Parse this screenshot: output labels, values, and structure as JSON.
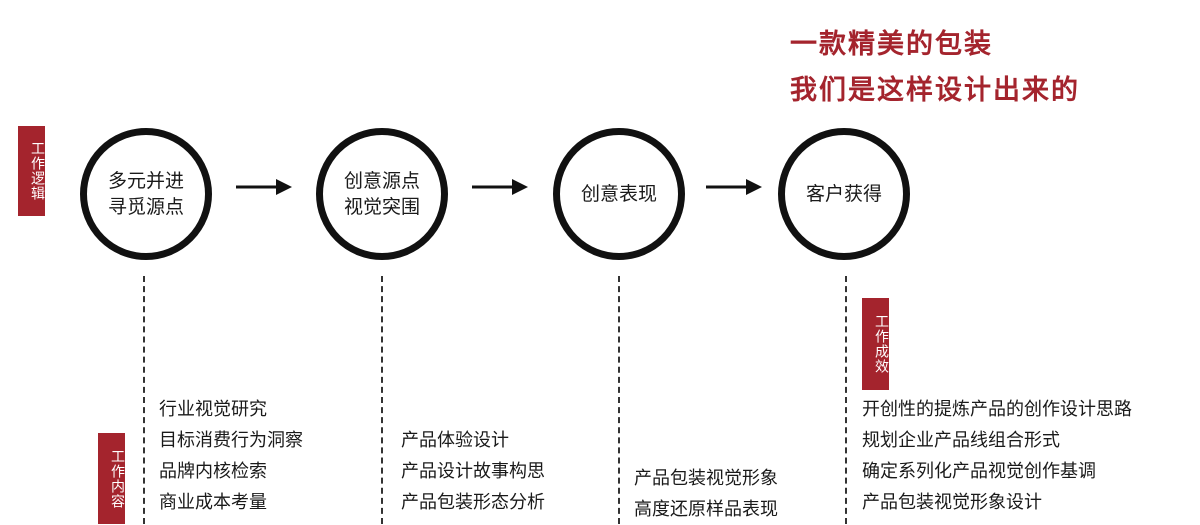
{
  "headline": {
    "line1": "一款精美的包装",
    "line2": "我们是这样设计出来的"
  },
  "labels": {
    "logic": "工作逻辑",
    "content": "工作内容",
    "result": "工作成效"
  },
  "steps": [
    {
      "label": "多元并进\n寻觅源点"
    },
    {
      "label": "创意源点\n视觉突围"
    },
    {
      "label": "创意表现"
    },
    {
      "label": "客户获得"
    }
  ],
  "columns": [
    {
      "items": [
        "行业视觉研究",
        "目标消费行为洞察",
        "品牌内核检索",
        "商业成本考量"
      ]
    },
    {
      "items": [
        "产品体验设计",
        "产品设计故事构思",
        "产品包装形态分析"
      ]
    },
    {
      "items": [
        "产品包装视觉形象",
        "高度还原样品表现"
      ]
    },
    {
      "items": [
        "开创性的提炼产品的创作设计思路",
        "规划企业产品线组合形式",
        "确定系列化产品视觉创作基调",
        "产品包装视觉形象设计"
      ]
    }
  ],
  "colors": {
    "accent": "#a4242d",
    "circle": "#111111"
  },
  "icons": {
    "connector": "right-arrow-icon"
  }
}
